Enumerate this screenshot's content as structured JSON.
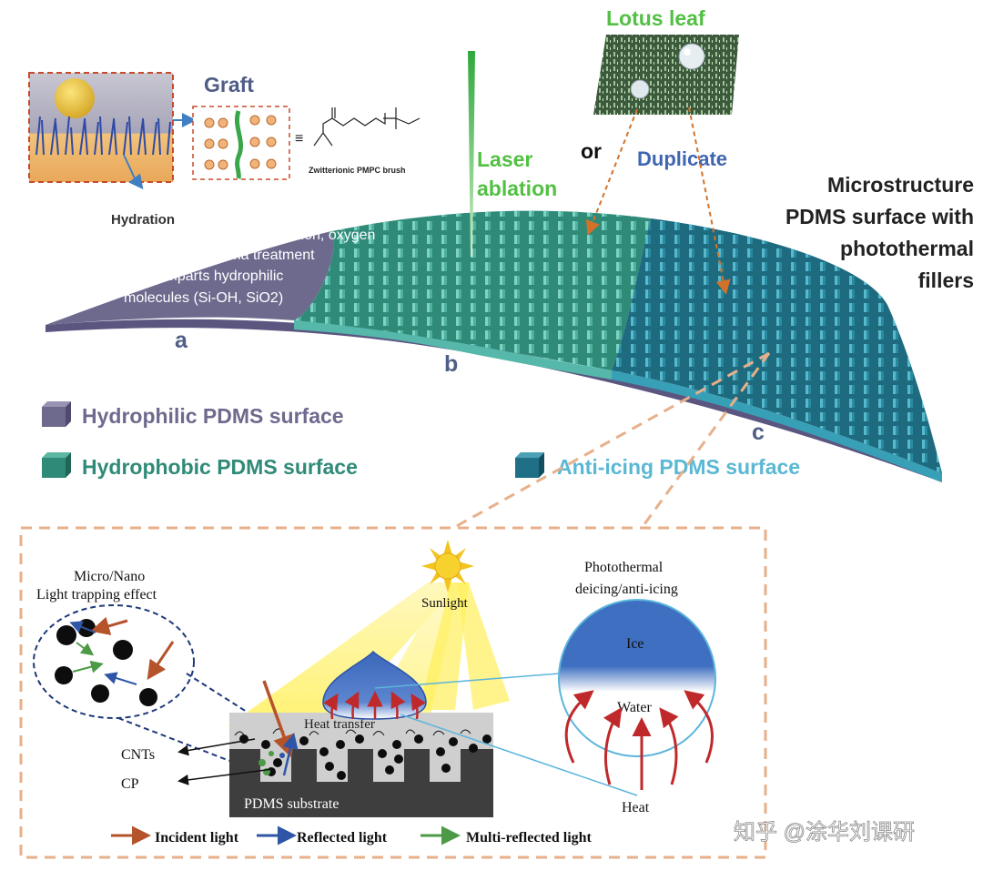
{
  "top": {
    "graft_label": "Graft",
    "equiv_symbol": "≡",
    "brush_label": "Zwitterionic PMPC brush",
    "hydration_label": "Hydration",
    "lotus_label": "Lotus leaf",
    "laser_line1": "Laser",
    "laser_line2": "ablation",
    "or_label": "or",
    "duplicate_label": "Duplicate",
    "micro_lines": [
      "Microstructure",
      "PDMS surface with",
      "photothermal",
      "fillers"
    ],
    "uv_lines": [
      "UV irradiation, oxygen",
      "plasma treatment",
      "imparts hydrophilic",
      "molecules (Si-OH, SiO2)"
    ],
    "region_a": "a",
    "region_b": "b",
    "region_c": "c"
  },
  "legend": {
    "hydrophilic": "Hydrophilic PDMS surface",
    "hydrophobic": "Hydrophobic PDMS surface",
    "anti_icing": "Anti-icing PDMS surface",
    "colors": {
      "hydrophilic": "#6e6a8e",
      "hydrophobic": "#2f8a78",
      "anti_icing": "#1f6f86"
    }
  },
  "bottom": {
    "micro_nano_line1": "Micro/Nano",
    "micro_nano_line2": "Light trapping  effect",
    "sunlight": "Sunlight",
    "photo_line1": "Photothermal",
    "photo_line2": "deicing/anti-icing",
    "ice": "Ice",
    "water": "Water",
    "heat": "Heat",
    "heat_transfer": "Heat transfer",
    "cnts": "CNTs",
    "cp": "CP",
    "pdms_substrate": "PDMS substrate",
    "incident": "Incident light",
    "reflected": "Reflected light",
    "multi": "Multi-reflected light"
  },
  "watermark": "知乎 @涂华刘课研",
  "colors": {
    "accent_blue": "#3f66b0",
    "laser_green": "#52c043",
    "dash_orange": "#e7b08a",
    "incident": "#b5532b",
    "reflected": "#2f56a6",
    "multi": "#4c9a45",
    "heat_arrow": "#c0292b"
  }
}
